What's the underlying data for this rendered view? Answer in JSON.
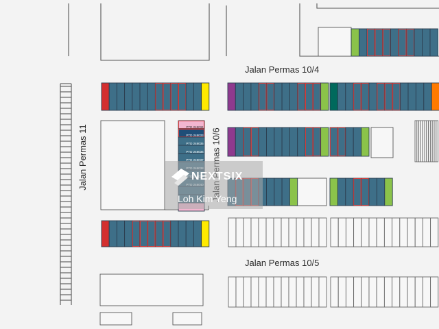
{
  "roads": {
    "r1": "Jalan Permas 10/4",
    "r2": "Jalan Permas 11",
    "r3": "Jalan Permas 10/6",
    "r4": "Jalan Permas 10/5"
  },
  "watermark": {
    "brand": "NEXTSIX",
    "agent": "Loh Kim Yeng",
    "logo_icon": "nextsix-logo-icon"
  },
  "lot_labels": {
    "l1": "PTD 248034",
    "l2": "PTD 248033",
    "l3": "PTD 248035",
    "l4": "PTD 248036",
    "l5": "PTD 248037",
    "l6": "PTD 248038",
    "l7": "PTD 248039",
    "l8": "PTD 248040"
  },
  "colors": {
    "background": "#f3f3f3",
    "lot_blue": "#3e6f88",
    "lot_red": "#d32f2f",
    "lot_yellow": "#ffea00",
    "lot_purple": "#8e3a8e",
    "lot_green": "#8bc34a",
    "lot_teal": "#00695c",
    "lot_orange": "#ff7a00",
    "lot_pink": "#f2b6d0",
    "lot_navy": "#1f4e78",
    "highlight_outline": "#e53935",
    "line": "#555555"
  }
}
